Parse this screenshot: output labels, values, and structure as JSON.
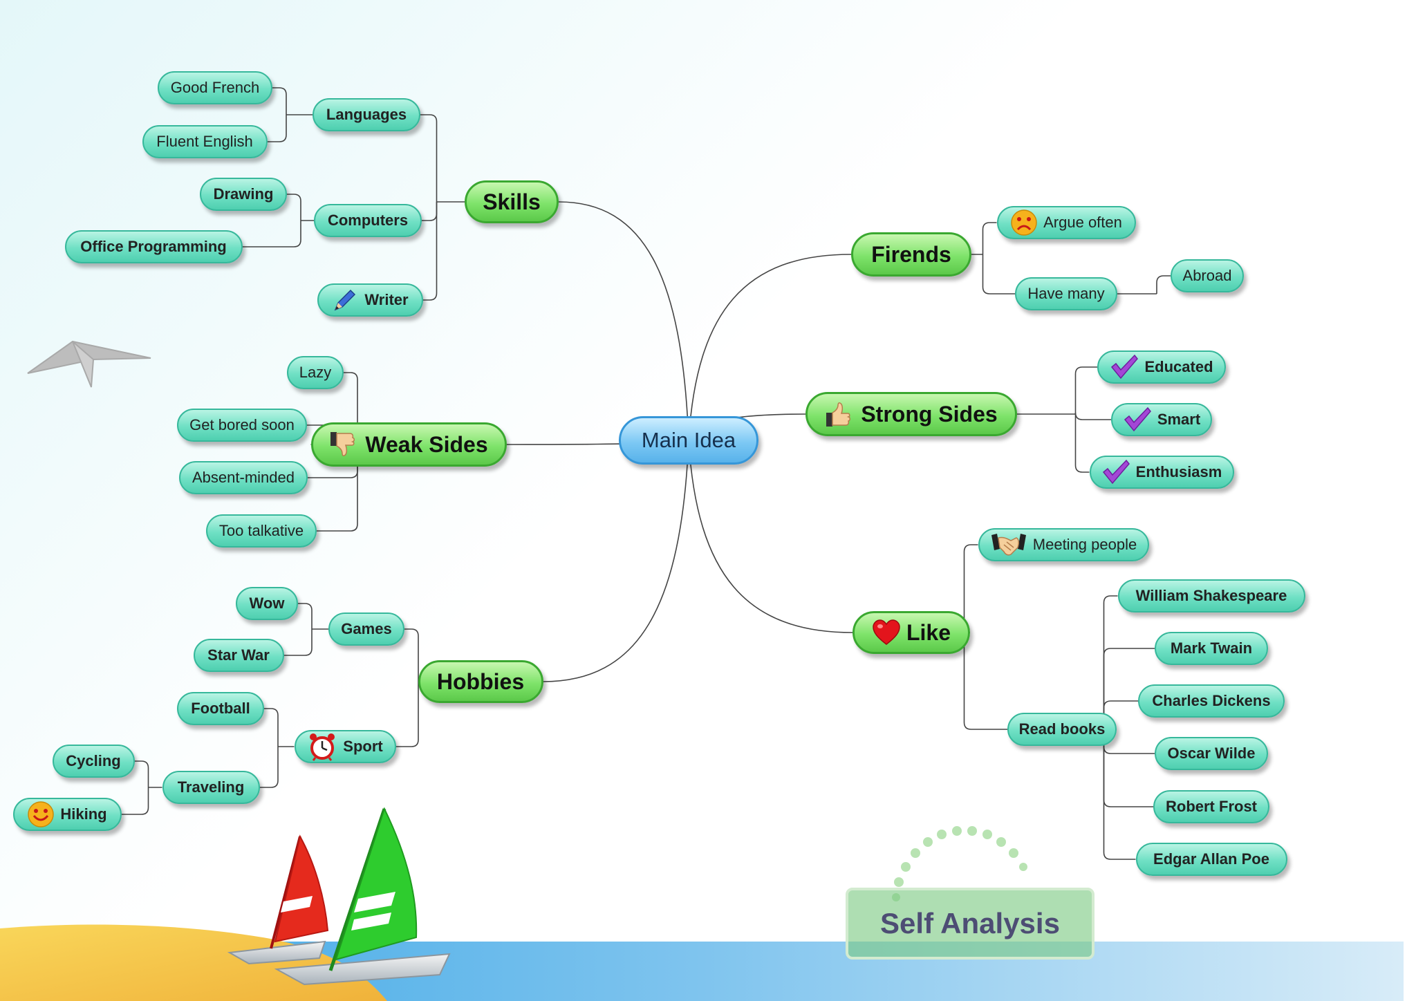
{
  "mindmap": {
    "center": {
      "id": "main",
      "label": "Main Idea"
    },
    "branches": [
      {
        "id": "skills",
        "label": "Skills",
        "icon": ""
      },
      {
        "id": "weak",
        "label": "Weak Sides",
        "icon": "thumbs-down-icon"
      },
      {
        "id": "hobbies",
        "label": "Hobbies",
        "icon": ""
      },
      {
        "id": "friends",
        "label": "Firends",
        "icon": ""
      },
      {
        "id": "strong",
        "label": "Strong Sides",
        "icon": "thumbs-up-icon"
      },
      {
        "id": "like",
        "label": "Like",
        "icon": "heart-icon"
      }
    ],
    "topics": [
      {
        "id": "good-french",
        "label": "Good French",
        "parent": "languages",
        "icon": ""
      },
      {
        "id": "fluent-english",
        "label": "Fluent English",
        "parent": "languages",
        "icon": ""
      },
      {
        "id": "languages",
        "label": "Languages",
        "parent": "skills",
        "icon": ""
      },
      {
        "id": "drawing",
        "label": "Drawing",
        "parent": "computers",
        "icon": ""
      },
      {
        "id": "office-programming",
        "label": "Office Programming",
        "parent": "computers",
        "icon": ""
      },
      {
        "id": "computers",
        "label": "Computers",
        "parent": "skills",
        "icon": ""
      },
      {
        "id": "writer",
        "label": "Writer",
        "parent": "skills",
        "icon": "pencil-icon"
      },
      {
        "id": "lazy",
        "label": "Lazy",
        "parent": "weak",
        "icon": ""
      },
      {
        "id": "get-bored",
        "label": "Get bored soon",
        "parent": "weak",
        "icon": ""
      },
      {
        "id": "absent-minded",
        "label": "Absent-minded",
        "parent": "weak",
        "icon": ""
      },
      {
        "id": "too-talkative",
        "label": "Too talkative",
        "parent": "weak",
        "icon": ""
      },
      {
        "id": "wow",
        "label": "Wow",
        "parent": "games",
        "icon": ""
      },
      {
        "id": "star-war",
        "label": "Star War",
        "parent": "games",
        "icon": ""
      },
      {
        "id": "games",
        "label": "Games",
        "parent": "hobbies",
        "icon": ""
      },
      {
        "id": "football",
        "label": "Football",
        "parent": "sport",
        "icon": ""
      },
      {
        "id": "sport",
        "label": "Sport",
        "parent": "hobbies",
        "icon": "alarm-clock-icon"
      },
      {
        "id": "cycling",
        "label": "Cycling",
        "parent": "traveling",
        "icon": ""
      },
      {
        "id": "hiking",
        "label": "Hiking",
        "parent": "traveling",
        "icon": "happy-face-icon"
      },
      {
        "id": "traveling",
        "label": "Traveling",
        "parent": "sport",
        "icon": ""
      },
      {
        "id": "argue-often",
        "label": "Argue often",
        "parent": "friends",
        "icon": "sad-face-icon"
      },
      {
        "id": "have-many",
        "label": "Have many",
        "parent": "friends",
        "icon": ""
      },
      {
        "id": "abroad",
        "label": "Abroad",
        "parent": "have-many",
        "icon": ""
      },
      {
        "id": "educated",
        "label": "Educated",
        "parent": "strong",
        "icon": "checkmark-icon"
      },
      {
        "id": "smart",
        "label": "Smart",
        "parent": "strong",
        "icon": "checkmark-icon"
      },
      {
        "id": "enthusiasm",
        "label": "Enthusiasm",
        "parent": "strong",
        "icon": "checkmark-icon"
      },
      {
        "id": "meeting-people",
        "label": "Meeting people",
        "parent": "like",
        "icon": "handshake-icon"
      },
      {
        "id": "read-books",
        "label": "Read books",
        "parent": "like",
        "icon": ""
      },
      {
        "id": "shakespeare",
        "label": "William Shakespeare",
        "parent": "read-books",
        "icon": ""
      },
      {
        "id": "twain",
        "label": "Mark Twain",
        "parent": "read-books",
        "icon": ""
      },
      {
        "id": "dickens",
        "label": "Charles Dickens",
        "parent": "read-books",
        "icon": ""
      },
      {
        "id": "wilde",
        "label": "Oscar Wilde",
        "parent": "read-books",
        "icon": ""
      },
      {
        "id": "frost",
        "label": "Robert Frost",
        "parent": "read-books",
        "icon": ""
      },
      {
        "id": "poe",
        "label": "Edgar Allan Poe",
        "parent": "read-books",
        "icon": ""
      }
    ]
  },
  "watermark": {
    "label": "Self Analysis"
  },
  "colors": {
    "center_fill": "#7cc8f4",
    "branch_fill": "#7ee36a",
    "leaf_fill": "#6fe0c4",
    "connector": "#444444",
    "sea": "#7fc4ee",
    "sand": "#f6c94a",
    "sail_red": "#e52a1d",
    "sail_green": "#2ecc2e"
  }
}
